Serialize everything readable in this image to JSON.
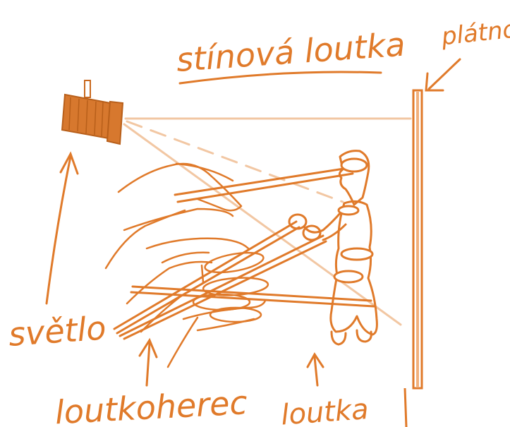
{
  "title": "stínová loutka",
  "labels": {
    "screen": "plátno",
    "light": "světlo",
    "puppeteer": "loutkoherec",
    "puppet": "loutka"
  },
  "colors": {
    "ink": "#e07a2a",
    "lamp": "#d7782e",
    "lamp_dark": "#b85f1a",
    "beam": "#f2c7a3"
  }
}
